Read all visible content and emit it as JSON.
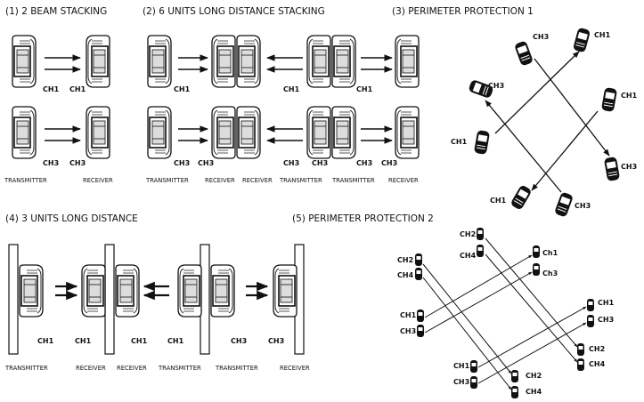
{
  "sections": {
    "s1": "(1) 2 BEAM STACKING",
    "s2": "(2)  6 UNITS LONG DISTANCE STACKING",
    "s3": "(3) PERIMETER PROTECTION 1",
    "s4": "(4) 3 UNITS LONG DISTANCE",
    "s5": "(5) PERIMETER PROTECTION 2"
  },
  "channels": {
    "ch1": "CH1",
    "ch2": "CH2",
    "ch3": "CH3",
    "ch4": "CH4",
    "ch1_lower": "Ch1",
    "ch3_lower": "Ch3"
  },
  "captions": {
    "transmitter": "TRANSMITTER",
    "receiver": "RECEIVER"
  }
}
